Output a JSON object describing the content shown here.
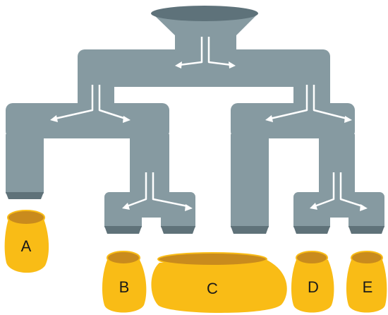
{
  "colors": {
    "pipe": "#869aa1",
    "pipe_edge": "#5f7279",
    "funnel_rim": "#5e727a",
    "arrow": "#ffffff",
    "pot": "#f9bc16",
    "pot_rim": "#c98b1d",
    "label": "#1a1a1a",
    "background": "#ffffff"
  },
  "icons": {
    "split_arrows": "split-arrows-icon"
  },
  "pots": [
    {
      "id": "A",
      "label": "A"
    },
    {
      "id": "B",
      "label": "B"
    },
    {
      "id": "C",
      "label": "C"
    },
    {
      "id": "D",
      "label": "D"
    },
    {
      "id": "E",
      "label": "E"
    }
  ]
}
